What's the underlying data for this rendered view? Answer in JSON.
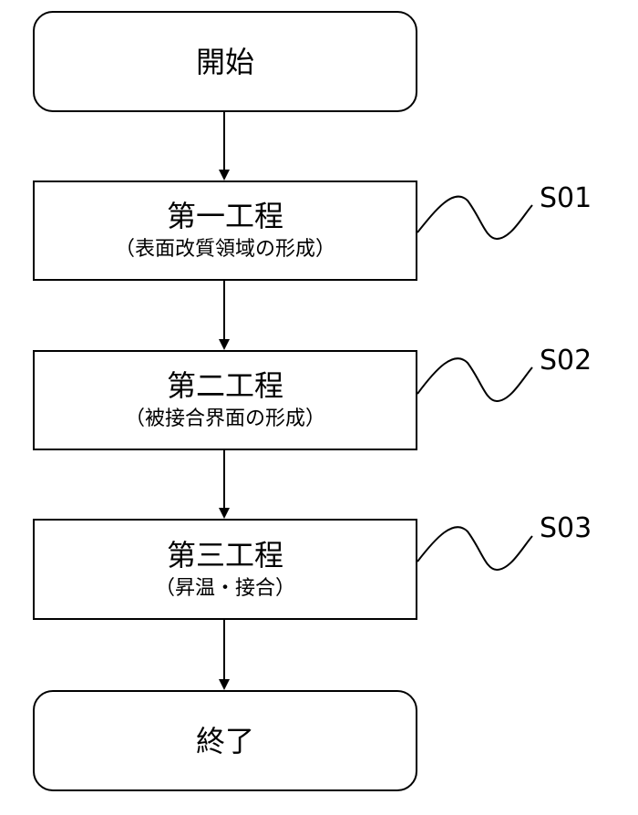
{
  "flowchart": {
    "start": {
      "label": "開始"
    },
    "steps": [
      {
        "title": "第一工程",
        "subtitle": "（表面改質領域の形成）",
        "code": "S01"
      },
      {
        "title": "第二工程",
        "subtitle": "（被接合界面の形成）",
        "code": "S02"
      },
      {
        "title": "第三工程",
        "subtitle": "（昇温・接合）",
        "code": "S03"
      }
    ],
    "end": {
      "label": "終了"
    }
  }
}
